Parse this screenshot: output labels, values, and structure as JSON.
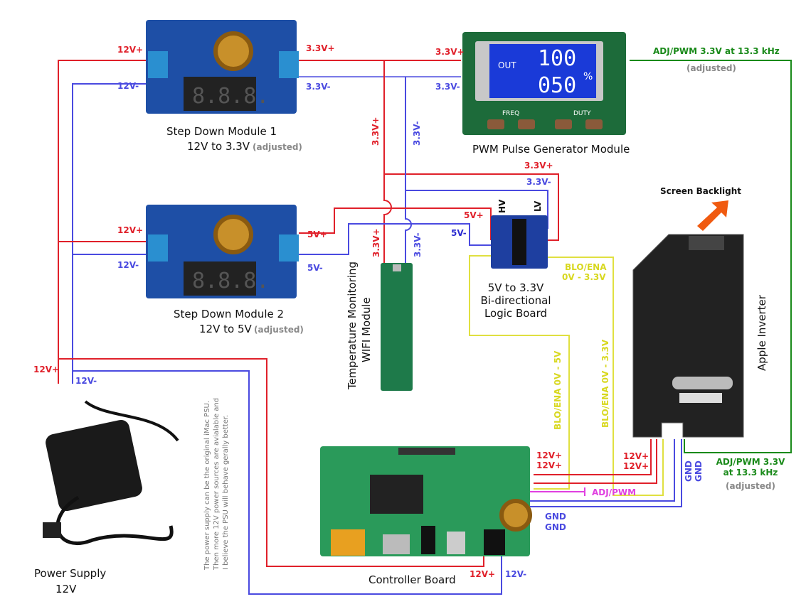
{
  "colors": {
    "positive": "#e0202a",
    "negative": "#4a4ae0",
    "pwm_signal": "#1a8a1a",
    "enable_signal": "#e0e040",
    "adj_pwm": "#e040e0",
    "board_blue": "#1e4fa6",
    "board_green": "#1d6b3a",
    "inverter": "#222222"
  },
  "modules": {
    "step_down_1": {
      "title": "Step Down Module 1",
      "subtitle": "12V to 3.3V",
      "note": "(adjusted)",
      "in_pos": "12V+",
      "in_neg": "12V-",
      "out_pos": "3.3V+",
      "out_neg": "3.3V-"
    },
    "step_down_2": {
      "title": "Step Down Module 2",
      "subtitle": "12V to 5V",
      "note": "(adjusted)",
      "in_pos": "12V+",
      "in_neg": "12V-",
      "out_pos": "5V+",
      "out_neg": "5V-"
    },
    "pwm": {
      "title": "PWM Pulse Generator Module",
      "in_pos": "3.3V+",
      "in_neg": "3.3V-",
      "display_top": "100",
      "display_bottom": "050",
      "display_out": "OUT",
      "display_unit": "%",
      "freq": "FREQ",
      "duty": "DUTY",
      "output": "ADJ/PWM 3.3V at 13.3 kHz",
      "output_note": "(adjusted)"
    },
    "wifi": {
      "title_line1": "Temperature Monitoring",
      "title_line2": "WIFI Module",
      "pos_top": "3.3V+",
      "neg_top": "3.3V-",
      "pos": "3.3V+",
      "neg": "3.3V-"
    },
    "logic": {
      "title_line1": "5V to 3.3V",
      "title_line2": "Bi-directional",
      "title_line3": "Logic Board",
      "hv": "HV",
      "lv": "LV",
      "pos_lv": "3.3V+",
      "neg_lv": "3.3V-",
      "pos_hv": "5V+",
      "neg_hv": "5V-",
      "blo_lv": "BLO/ENA",
      "blo_lv_range": "0V - 3.3V"
    },
    "inverter": {
      "title": "Apple Inverter",
      "backlight": "Screen Backlight",
      "pos1": "12V+",
      "pos2": "12V+",
      "gnd1": "GND",
      "gnd2": "GND",
      "pwm": "ADJ/PWM 3.3V",
      "pwm_freq": "at 13.3 kHz",
      "pwm_note": "(adjusted)"
    },
    "controller": {
      "title": "Controller Board",
      "pos1": "12V+",
      "pos2": "12V+",
      "adj": "ADJ/PWM",
      "gnd1": "GND",
      "gnd2": "GND",
      "in_pos": "12V+",
      "in_neg": "12V-",
      "blo_5v": "BLO/ENA  0V - 5V",
      "blo_33v": "BLO/ENA  0V - 3.3V"
    },
    "psu": {
      "title": "Power Supply",
      "subtitle": "12V",
      "pos": "12V+",
      "neg": "12V-",
      "note_line1": "The power supply can be the original iMac PSU.",
      "note_line2": "Then more 12V power sources are avialable and",
      "note_line3": "I believe the PSU will behave gerally better."
    }
  }
}
